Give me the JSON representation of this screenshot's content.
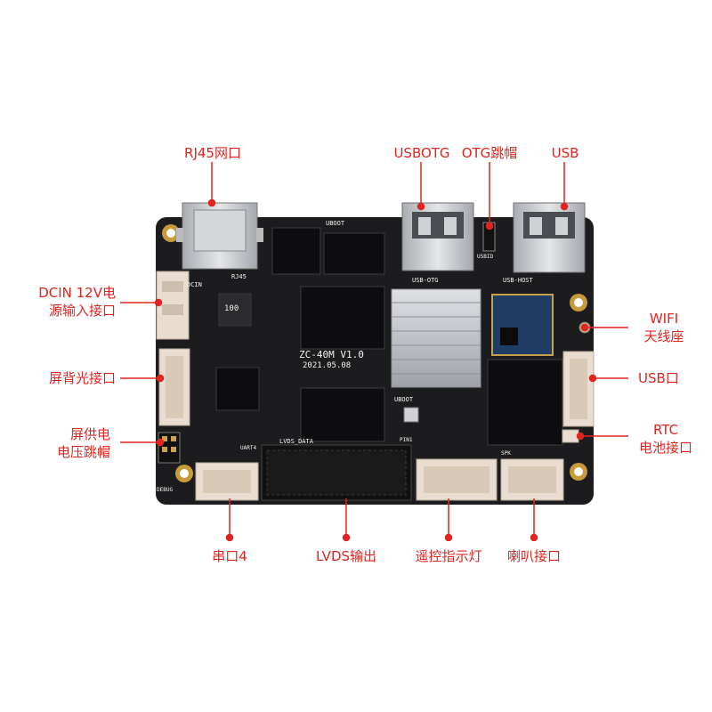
{
  "callouts": {
    "rj45": "RJ45网口",
    "usbotg": "USBOTG",
    "otg_jumper": "OTG跳帽",
    "usb_top": "USB",
    "dcin_line1": "DCIN 12V电",
    "dcin_line2": "源输入接口",
    "backlight": "屏背光接口",
    "screen_power_line1": "屏供电",
    "screen_power_line2": "电压跳帽",
    "wifi_line1": "WIFI",
    "wifi_line2": "天线座",
    "usb_port": "USB口",
    "rtc_line1": "RTC",
    "rtc_line2": "电池接口",
    "uart4": "串口4",
    "lvds": "LVDS输出",
    "remote": "遥控指示灯",
    "speaker": "喇叭接口"
  },
  "silkscreen": {
    "board_name": "ZC-40M V1.0",
    "date": "2021.05.08",
    "uboot_top": "UBOOT",
    "uboot_mid": "UBOOT",
    "rj45": "RJ45",
    "dcin": "DCIN",
    "usb_otg": "USB-OTG",
    "usb_host": "USB-HOST",
    "usbid": "USBID",
    "lvds_data": "LVDS_DATA",
    "pin1": "PIN1",
    "uart4": "UART4",
    "spk": "SPK",
    "debug": "DEBUG",
    "inductor": "100"
  },
  "colors": {
    "callout": "#e0241f",
    "pcb": "#1c1c1e",
    "connector": "#e8ddd0",
    "heatsink": "#b9bcc2",
    "usb_metal": "#c9cbcf"
  }
}
